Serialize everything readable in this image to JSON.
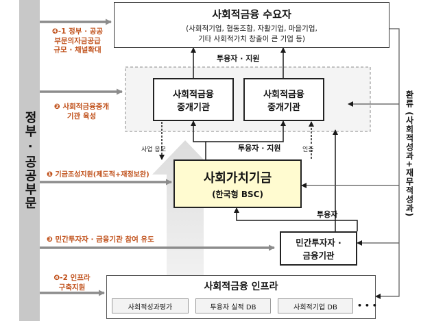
{
  "colors": {
    "arrow_dark": "#1a1a1a",
    "arrow_gray": "#8c8c8c",
    "accent_orange": "#c0501a",
    "gov_bar": "#c8c8c8",
    "fund_box": "#fffbd0"
  },
  "government": {
    "label": "정부 · 공공부문"
  },
  "demand": {
    "title": "사회적금융 수요자",
    "line1": "(사회적기업, 협동조합, 자활기업, 마을기업,",
    "line2": "기타 사회적가치 창출이 큰 기업 등)"
  },
  "intermediaries": [
    {
      "line1": "사회적금융",
      "line2": "중개기관"
    },
    {
      "line1": "사회적금융",
      "line2": "중개기관"
    }
  ],
  "fund": {
    "title": "사회가치기금",
    "subtitle": "(한국형 BSC)"
  },
  "private": {
    "line1": "민간투자자 ·",
    "line2": "금융기관"
  },
  "infra": {
    "title": "사회적금융 인프라",
    "items": [
      "사회적성과평가",
      "투융자 실적 DB",
      "사회적기업 DB"
    ],
    "more": "• • •"
  },
  "policies": [
    {
      "num": "❹-1",
      "lines": [
        "정부 · 공공",
        "부문의자금공급",
        "규모 · 채널확대"
      ]
    },
    {
      "num": "❷",
      "lines": [
        "사회적금융중개",
        "기관 육성"
      ]
    },
    {
      "num": "❶",
      "lines": [
        "기금조성지원(제도적+재정보완)"
      ]
    },
    {
      "num": "❸",
      "lines": [
        "민간투자자 · 금융기관 참여 유도"
      ]
    },
    {
      "num": "❹-2",
      "lines": [
        "인프라",
        "구축지원"
      ]
    }
  ],
  "flow_labels": {
    "invest_top": "투융자 · 지원",
    "invest_mid": "투융자 · 지원",
    "invest_private": "투융자",
    "business_apply": "사업 응모",
    "certify": "인증"
  },
  "feedback": {
    "label": "환류 (사회적성과+재무적성과)"
  }
}
